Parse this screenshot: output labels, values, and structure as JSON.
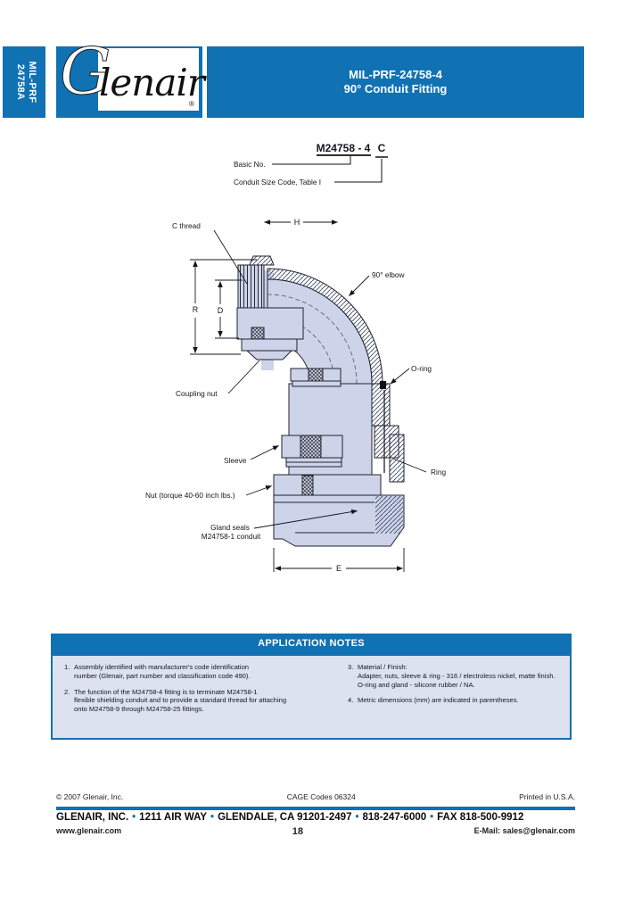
{
  "colors": {
    "glenair_blue": "#1071b3",
    "diagram_body_fill": "#cdd4e9",
    "notes_fill": "#dce2f0"
  },
  "header": {
    "side_tab_line1": "MIL-PRF",
    "side_tab_line2": "24758A",
    "logo_g": "G",
    "logo_rest": "lenair",
    "logo_reg": "®",
    "title_line1": "MIL-PRF-24758-4",
    "title_line2": "90° Conduit Fitting"
  },
  "part_number": {
    "number": "M24758 - 4",
    "size_code": "C",
    "basic_label": "Basic No.",
    "size_label": "Conduit Size Code, Table I"
  },
  "diagram": {
    "labels": {
      "c_thread": "C thread",
      "h": "H",
      "elbow": "90° elbow",
      "r": "R",
      "d": "D",
      "coupling_nut": "Coupling nut",
      "o_ring": "O-ring",
      "sleeve": "Sleeve",
      "ring": "Ring",
      "nut": "Nut (torque 40-60 inch lbs.)",
      "gland_line1": "Gland seals",
      "gland_line2": "M24758-1 conduit",
      "e": "E"
    }
  },
  "notes": {
    "header": "APPLICATION NOTES",
    "left": [
      {
        "num": "1.",
        "text": "Assembly identified with manufacturer's code identification\nnumber (Glenair, part number and classification code 490)."
      },
      {
        "num": "2.",
        "text": "The function of the M24758-4 fitting is to terminate M24758-1\nflexible shielding conduit and to provide a standard thread for attaching\nonto M24758-9 through M24758-25 fittings."
      }
    ],
    "right": [
      {
        "num": "3.",
        "text": "Material / Finish:\nAdapter, nuts, sleeve & ring - 316 / electroless nickel, matte finish.\nO-ring and gland - silicone rubber / NA."
      },
      {
        "num": "4.",
        "text": "Metric dimensions (mm) are indicated in parentheses."
      }
    ]
  },
  "footer": {
    "copyright": "© 2007 Glenair, Inc.",
    "cage": "CAGE Codes 06324",
    "printed": "Printed in U.S.A.",
    "address_parts": [
      "GLENAIR, INC.",
      "1211 AIR WAY",
      "GLENDALE, CA 91201-2497",
      "818-247-6000",
      "FAX 818-500-9912"
    ],
    "bullet": "•",
    "website": "www.glenair.com",
    "page": "18",
    "email": "E-Mail: sales@glenair.com"
  }
}
